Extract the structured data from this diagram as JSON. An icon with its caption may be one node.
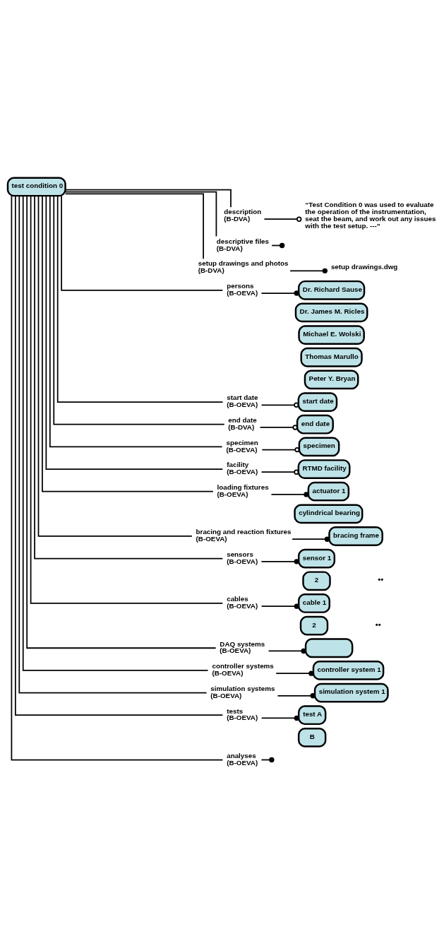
{
  "diagram": {
    "nodes": [
      {
        "text": [
          "test condition 0"
        ]
      },
      {
        "text": [
          "description",
          "(B-DVA)"
        ]
      },
      {
        "text": [
          "“Test Condition 0 was used to evaluate the operation of the instrumentation, seat the beam, and work out any issues with the test setup. ---”"
        ]
      },
      {
        "text": [
          "descriptive files",
          "(B-DVA)"
        ]
      },
      {
        "text": [
          "setup drawings and photos",
          "(B-DVA)"
        ]
      },
      {
        "text": [
          "setup drawings.dwg"
        ]
      },
      {
        "text": [
          "persons",
          "(B-OEVA)"
        ]
      },
      {
        "text": [
          "Dr. Richard Sause"
        ]
      },
      {
        "text": [
          "Dr. James M. Ricles"
        ]
      },
      {
        "text": [
          "Michael E. Wolski"
        ]
      },
      {
        "text": [
          "Thomas Marullo"
        ]
      },
      {
        "text": [
          "Peter Y. Bryan"
        ]
      },
      {
        "text": [
          "start date",
          "(B-OEVA)"
        ]
      },
      {
        "text": [
          "start date"
        ]
      },
      {
        "text": [
          "end date",
          "(B-DVA)"
        ]
      },
      {
        "text": [
          "end date"
        ]
      },
      {
        "text": [
          "specimen",
          "(B-OEVA)"
        ]
      },
      {
        "text": [
          "specimen"
        ]
      },
      {
        "text": [
          "facility",
          "(B-OEVA)"
        ]
      },
      {
        "text": [
          "RTMD facility"
        ]
      },
      {
        "text": [
          "loading fixtures",
          "(B-OEVA)"
        ]
      },
      {
        "text": [
          "actuator 1"
        ]
      },
      {
        "text": [
          "cylindrical bearing"
        ]
      },
      {
        "text": [
          "bracing and reaction fixtures",
          "(B-OEVA)"
        ]
      },
      {
        "text": [
          "bracing frame"
        ]
      },
      {
        "text": [
          "sensors",
          "(B-OEVA)"
        ]
      },
      {
        "text": [
          "sensor 1"
        ]
      },
      {
        "text": [
          "2"
        ]
      },
      {
        "text": [
          "cables",
          "(B-OEVA)"
        ]
      },
      {
        "text": [
          "cable 1"
        ]
      },
      {
        "text": [
          "2"
        ]
      },
      {
        "text": [
          "DAQ systems",
          "(B-OEVA)"
        ]
      },
      {
        "text": [],
        "shape": "box"
      },
      {
        "text": [
          "controller systems",
          "(B-OEVA)"
        ]
      },
      {
        "text": [
          "controller system 1"
        ]
      },
      {
        "text": [
          "simulation systems",
          "(B-OEVA)"
        ]
      },
      {
        "text": [
          "simulation system 1"
        ]
      },
      {
        "text": [
          "tests",
          "(B-OEVA)"
        ]
      },
      {
        "text": [
          "test A"
        ]
      },
      {
        "text": [
          "B"
        ]
      },
      {
        "text": [
          "analyses",
          "(B-OEVA)"
        ]
      }
    ],
    "edges": [
      {
        "from": 0,
        "to": 1,
        "arrow": "none"
      },
      {
        "from": 1,
        "to": 2,
        "arrow": "other"
      },
      {
        "from": 0,
        "to": 3,
        "arrow": "none"
      },
      {
        "from": 3,
        "to": null,
        "arrow": "other"
      },
      {
        "from": 0,
        "to": 4,
        "arrow": "none"
      },
      {
        "from": 4,
        "to": 5,
        "arrow": "other"
      },
      {
        "from": 0,
        "to": 6,
        "arrow": "none"
      },
      {
        "from": 6,
        "to": 7,
        "arrow": "other"
      },
      {
        "from": 0,
        "to": 12,
        "arrow": "none"
      },
      {
        "from": 12,
        "to": 13,
        "arrow": "other"
      },
      {
        "from": 0,
        "to": 14,
        "arrow": "none"
      },
      {
        "from": 14,
        "to": 15,
        "arrow": "other"
      },
      {
        "from": 0,
        "to": 16,
        "arrow": "none"
      },
      {
        "from": 16,
        "to": 17,
        "arrow": "other"
      },
      {
        "from": 0,
        "to": 18,
        "arrow": "none"
      },
      {
        "from": 18,
        "to": 19,
        "arrow": "other"
      },
      {
        "from": 0,
        "to": 20,
        "arrow": "none"
      },
      {
        "from": 20,
        "to": 21,
        "arrow": "other"
      },
      {
        "from": 0,
        "to": 23,
        "arrow": "none"
      },
      {
        "from": 23,
        "to": 24,
        "arrow": "other"
      },
      {
        "from": 0,
        "to": 25,
        "arrow": "none"
      },
      {
        "from": 25,
        "to": 26,
        "arrow": "other"
      },
      {
        "from": 0,
        "to": 28,
        "arrow": "none"
      },
      {
        "from": 28,
        "to": 29,
        "arrow": "other"
      },
      {
        "from": 0,
        "to": 31,
        "arrow": "none"
      },
      {
        "from": 31,
        "to": 32,
        "arrow": "other"
      },
      {
        "from": 0,
        "to": 33,
        "arrow": "none"
      },
      {
        "from": 33,
        "to": 34,
        "arrow": "other"
      },
      {
        "from": 0,
        "to": 35,
        "arrow": "none"
      },
      {
        "from": 35,
        "to": 36,
        "arrow": "other"
      },
      {
        "from": 0,
        "to": 37,
        "arrow": "none"
      },
      {
        "from": 37,
        "to": 38,
        "arrow": "other"
      },
      {
        "from": 0,
        "to": 40,
        "arrow": "none"
      },
      {
        "from": 40,
        "to": null,
        "arrow": "other"
      }
    ],
    "labels": [
      "••",
      "••"
    ]
  }
}
